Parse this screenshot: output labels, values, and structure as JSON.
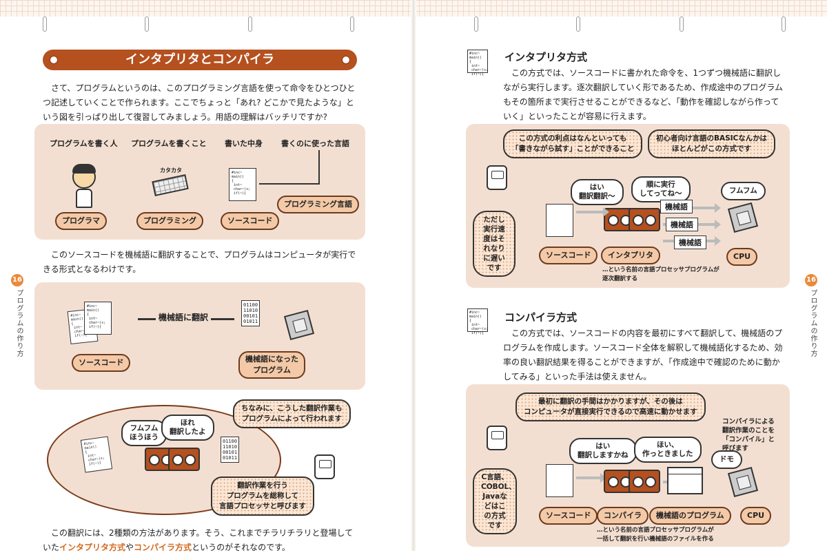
{
  "left": {
    "banner_title": "インタプリタとコンパイラ",
    "intro": "さて、プログラムというのは、このプログラミング言語を使って命令をひとつひとつ記述していくことで作られます。ここでちょっと「あれ? どこかで見たような」という図を引っぱり出して復習してみましょう。用語の理解はバッチリですか?",
    "diagram1": {
      "labels": [
        "プログラムを書く人",
        "プログラムを書くこと",
        "書いた中身",
        "書くのに使った言語"
      ],
      "typing_sound": "カタカタ",
      "tags": [
        "プログラマ",
        "プログラミング",
        "ソースコード",
        "プログラミング言語"
      ]
    },
    "middle_text": "このソースコードを機械語に翻訳することで、プログラムはコンピュータが実行できる形式となるわけです。",
    "diagram2": {
      "arrow_label": "機械語に翻訳",
      "source_tag": "ソースコード",
      "result_tag_line1": "機械語になった",
      "result_tag_line2": "プログラム",
      "speech1_line1": "フムフム",
      "speech1_line2": "ほうほう",
      "speech2_line1": "ほれ",
      "speech2_line2": "翻訳したよ",
      "note_line1": "ちなみに、こうした翻訳作業も",
      "note_line2": "プログラムによって行われます",
      "note2_line1": "翻訳作業を行う",
      "note2_line2": "プログラムを総称して",
      "note2_line3": "言語プロセッサと呼びます"
    },
    "closing_pre": "この翻訳には、2種類の方法があります。そう、これまでチラリチラリと登場していた",
    "closing_hl1": "インタプリタ方式",
    "closing_mid": "や",
    "closing_hl2": "コンパイラ方式",
    "closing_post": "というのがそれなのです。",
    "page_num": "16",
    "side_label": "プログラムの作り方"
  },
  "right": {
    "interp": {
      "title": "インタプリタ方式",
      "body": "この方式では、ソースコードに書かれた命令を、1つずつ機械語に翻訳しながら実行します。逐次翻訳していく形であるため、作成途中のプログラムもその箇所まで実行させることができるなど、「動作を確認しながら作っていく」といったことが容易に行えます。",
      "bubble1_line1": "この方式の利点はなんといっても",
      "bubble1_line2": "「書きながら試す」ことができること",
      "bubble2_line1": "初心者向け言語のBASICなんかは",
      "bubble2_line2": "ほとんどがこの方式です",
      "speech_a_line1": "はい",
      "speech_a_line2": "翻訳翻訳〜",
      "speech_b_line1": "順に実行",
      "speech_b_line2": "してってね〜",
      "speech_cpu": "フムフム",
      "machine_tags": [
        "機械語",
        "機械語",
        "機械語"
      ],
      "side_note": "ただし実行速度はそれなりに遅いです",
      "tags": [
        "ソースコード",
        "インタプリタ",
        "CPU"
      ],
      "caption_line1": "…という名前の言語プロセッサプログラムが",
      "caption_line2": "逐次翻訳する"
    },
    "compiler": {
      "title": "コンパイラ方式",
      "body": "この方式では、ソースコードの内容を最初にすべて翻訳して、機械語のプログラムを作成します。ソースコード全体を解釈して機械語化するため、効率の良い翻訳結果を得ることができますが、「作成途中で確認のために動かしてみる」といった手法は使えません。",
      "bubble_line1": "最初に翻訳の手間はかかりますが、その後は",
      "bubble_line2": "コンピュータが直接実行できるので高速に動かせます",
      "note_line1": "コンパイラによる",
      "note_line2": "翻訳作業のことを",
      "note_line3": "「コンパイル」と",
      "note_line4": "呼びます",
      "speech_a_line1": "はい",
      "speech_a_line2": "翻訳しますかね",
      "speech_b_line1": "ほい、",
      "speech_b_line2": "作っときました",
      "speech_cpu": "ドモ",
      "side_note": "C言語、COBOL、Javaなどはこの方式です",
      "tags": [
        "ソースコード",
        "コンパイラ",
        "機械語のプログラム",
        "CPU"
      ],
      "caption_line1": "…という名前の言語プロセッサプログラムが",
      "caption_line2": "一括して翻訳を行い機械語のファイルを作る"
    },
    "page_num": "16",
    "side_label": "プログラムの作り方"
  },
  "code_snippet": "#inc~\nmain()\n{\n int~\n char~(s;\n if(~){\n",
  "binary": "01100\n11010\n00101\n01011"
}
